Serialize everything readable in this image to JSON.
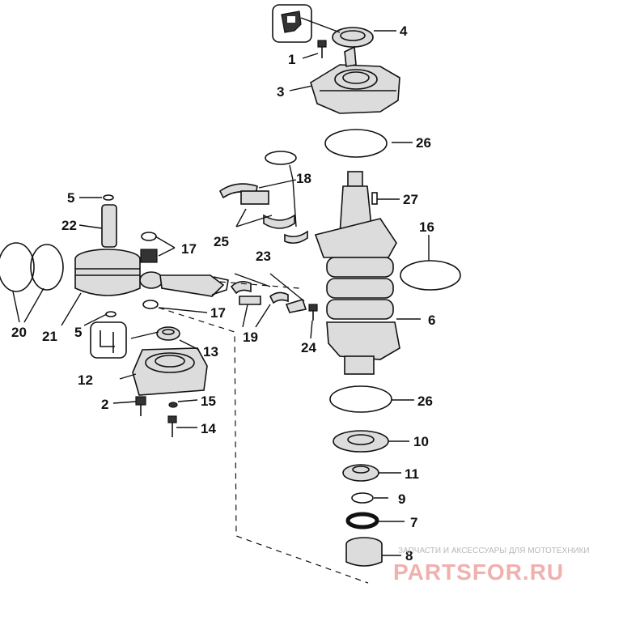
{
  "diagram": {
    "parts": [
      {
        "id": "1",
        "label": "1"
      },
      {
        "id": "2",
        "label": "2"
      },
      {
        "id": "3",
        "label": "3"
      },
      {
        "id": "4",
        "label": "4"
      },
      {
        "id": "5a",
        "label": "5"
      },
      {
        "id": "5b",
        "label": "5"
      },
      {
        "id": "6",
        "label": "6"
      },
      {
        "id": "7",
        "label": "7"
      },
      {
        "id": "8",
        "label": "8"
      },
      {
        "id": "9",
        "label": "9"
      },
      {
        "id": "10",
        "label": "10"
      },
      {
        "id": "11",
        "label": "11"
      },
      {
        "id": "12",
        "label": "12"
      },
      {
        "id": "13",
        "label": "13"
      },
      {
        "id": "14",
        "label": "14"
      },
      {
        "id": "15",
        "label": "15"
      },
      {
        "id": "16",
        "label": "16"
      },
      {
        "id": "17a",
        "label": "17"
      },
      {
        "id": "17b",
        "label": "17"
      },
      {
        "id": "18",
        "label": "18"
      },
      {
        "id": "19",
        "label": "19"
      },
      {
        "id": "20",
        "label": "20"
      },
      {
        "id": "21",
        "label": "21"
      },
      {
        "id": "22",
        "label": "22"
      },
      {
        "id": "23",
        "label": "23"
      },
      {
        "id": "24",
        "label": "24"
      },
      {
        "id": "25",
        "label": "25"
      },
      {
        "id": "26a",
        "label": "26"
      },
      {
        "id": "26b",
        "label": "26"
      },
      {
        "id": "27",
        "label": "27"
      }
    ]
  },
  "watermark": {
    "tagline": "ЗАПЧАСТИ И АКСЕССУАРЫ ДЛЯ МОТОТЕХНИКИ",
    "brand": "PARTSFOR.RU",
    "brand_color": "#f0b0ae"
  },
  "icons": {
    "sealant_top": "sealant-tube-icon",
    "lubricant_left": "lubricant-symbol-icon"
  }
}
